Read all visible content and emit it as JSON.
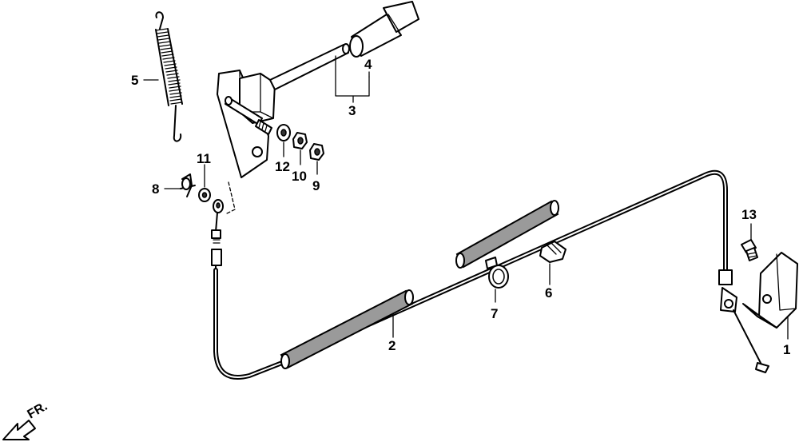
{
  "diagram": {
    "labels": {
      "p1": "1",
      "p2": "2",
      "p3": "3",
      "p4": "4",
      "p5": "5",
      "p6": "6",
      "p7": "7",
      "p8": "8",
      "p9": "9",
      "p10": "10",
      "p11": "11",
      "p12": "12",
      "p13": "13"
    },
    "direction": "FR."
  }
}
